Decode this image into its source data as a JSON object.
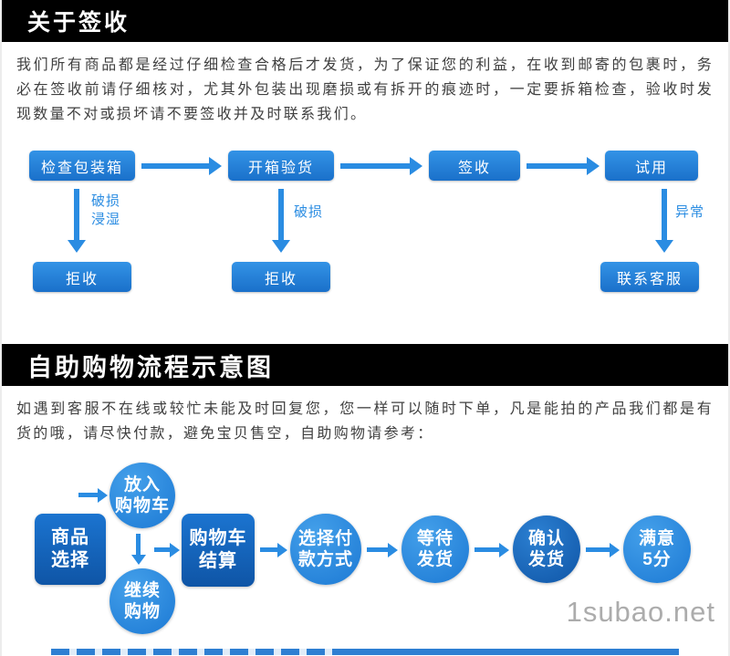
{
  "page": {
    "section1": {
      "title": "关于签收",
      "paragraph": "我们所有商品都是经过仔细检查合格后才发货，为了保证您的利益，在收到邮寄的包裹时，务必在签收前请仔细核对，尤其外包装出现磨损或有拆开的痕迹时，一定要拆箱检查，验收时发现数量不对或损坏请不要签收并及时联系我们。",
      "flow": {
        "check_box": "检查包装箱",
        "open_inspect": "开箱验货",
        "sign": "签收",
        "trial": "试用",
        "damage_wet_line1": "破损",
        "damage_wet_line2": "浸湿",
        "damage": "破损",
        "abnormal": "异常",
        "reject1": "拒收",
        "reject2": "拒收",
        "contact": "联系客服"
      }
    },
    "section2": {
      "title": "自助购物流程示意图",
      "paragraph": "如遇到客服不在线或较忙未能及时回复您，您一样可以随时下单，凡是能拍的产品我们都是有货的哦，请尽快付款，避免宝贝售空，自助购物请参考：",
      "flow": {
        "select_line1": "商品",
        "select_line2": "选择",
        "add_line1": "放入",
        "add_line2": "购物车",
        "continue_line1": "继续",
        "continue_line2": "购物",
        "checkout_line1": "购物车",
        "checkout_line2": "结算",
        "pay_line1": "选择付",
        "pay_line2": "款方式",
        "wait_line1": "等待",
        "wait_line2": "发货",
        "confirm_line1": "确认",
        "confirm_line2": "发货",
        "rate_line1": "满意",
        "rate_line2": "5分"
      }
    },
    "watermark": "1subao.net"
  },
  "colors": {
    "header_bar": "#000000",
    "accent_blue": "#2a8ce2",
    "button_blue": "#1a70ca",
    "dark_blue": "#0f55a6",
    "watermark_gray": "#9e9e9e"
  }
}
